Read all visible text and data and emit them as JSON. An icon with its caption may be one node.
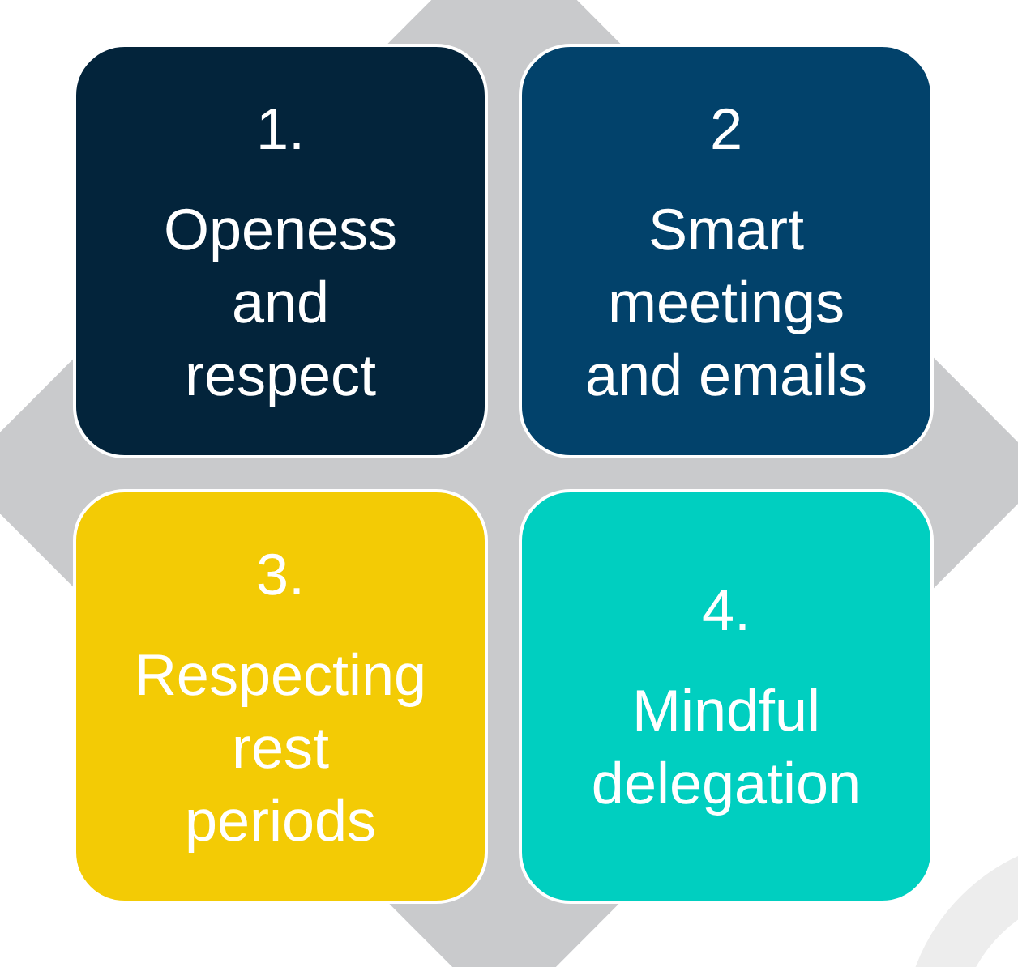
{
  "diagram": {
    "nodes": [
      {
        "text": [
          "1.",
          "Openess and respect"
        ]
      },
      {
        "text": [
          "2",
          "Smart meetings and emails"
        ]
      },
      {
        "text": [
          "3.",
          "Respecting rest periods"
        ]
      },
      {
        "text": [
          "4.",
          "Mindful delegation"
        ]
      }
    ]
  }
}
